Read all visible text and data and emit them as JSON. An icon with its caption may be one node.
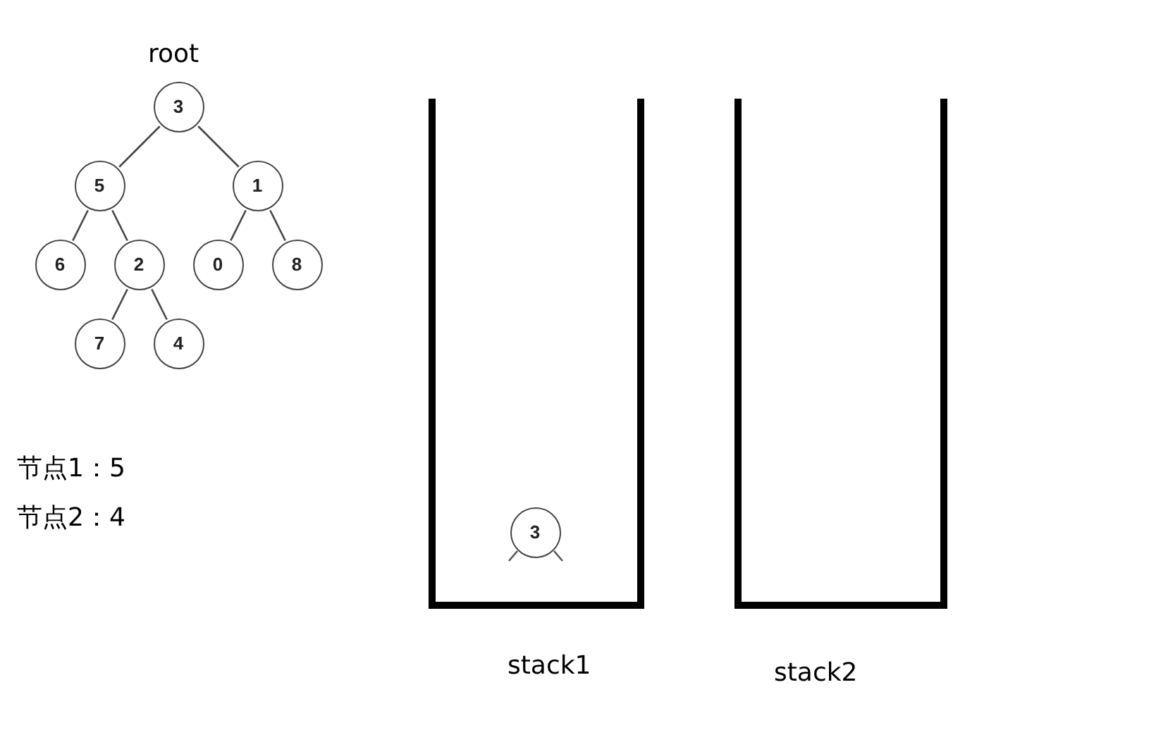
{
  "diagram": {
    "nodes": [
      {
        "text": [
          "3"
        ],
        "beside": [
          "root"
        ]
      },
      {
        "text": [
          "5"
        ]
      },
      {
        "text": [
          "1"
        ]
      },
      {
        "text": [
          "6"
        ]
      },
      {
        "text": [
          "2"
        ]
      },
      {
        "text": [
          "0"
        ]
      },
      {
        "text": [
          "8"
        ]
      },
      {
        "text": [
          "7"
        ]
      },
      {
        "text": [
          "4"
        ]
      },
      {
        "text": [
          "stack1"
        ]
      },
      {
        "text": [
          "3"
        ],
        "in": 9
      },
      {
        "text": [
          "stack2"
        ]
      }
    ],
    "edges": [
      {
        "from": 0,
        "to": 1,
        "arrow": "none"
      },
      {
        "from": 0,
        "to": 2,
        "arrow": "none"
      },
      {
        "from": 1,
        "to": 3,
        "arrow": "none"
      },
      {
        "from": 1,
        "to": 4,
        "arrow": "none"
      },
      {
        "from": 2,
        "to": 5,
        "arrow": "none"
      },
      {
        "from": 2,
        "to": 6,
        "arrow": "none"
      },
      {
        "from": 4,
        "to": 7,
        "arrow": "none"
      },
      {
        "from": 4,
        "to": 8,
        "arrow": "none"
      }
    ],
    "labels": [
      "节点1：5",
      "节点2：4"
    ]
  }
}
